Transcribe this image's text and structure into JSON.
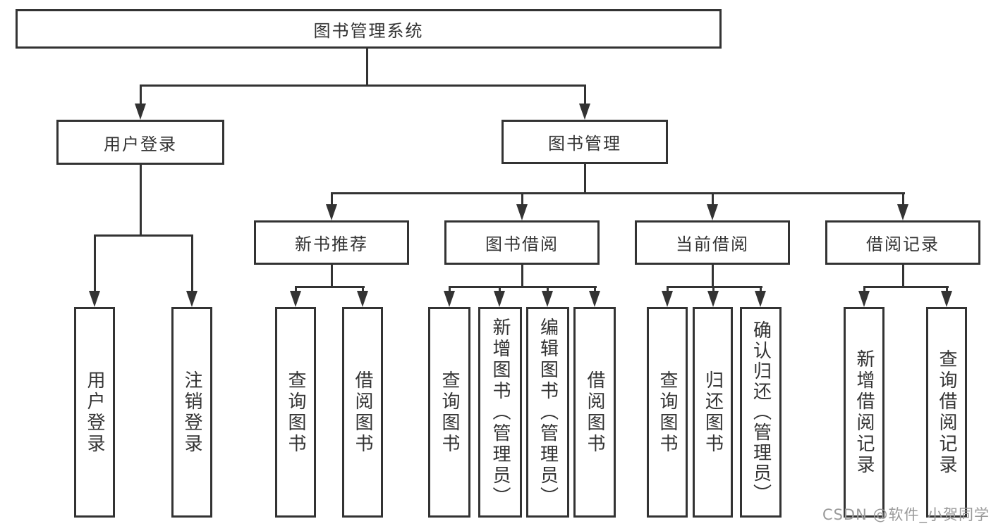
{
  "diagram": {
    "title": "图书管理系统",
    "children": [
      {
        "label": "用户登录",
        "children": [
          {
            "label": "用户登录"
          },
          {
            "label": "注销登录"
          }
        ]
      },
      {
        "label": "图书管理",
        "children": [
          {
            "label": "新书推荐",
            "children": [
              {
                "label": "查询图书"
              },
              {
                "label": "借阅图书"
              }
            ]
          },
          {
            "label": "图书借阅",
            "children": [
              {
                "label": "查询图书"
              },
              {
                "label": "新增图书（管理员）"
              },
              {
                "label": "编辑图书（管理员）"
              },
              {
                "label": "借阅图书"
              }
            ]
          },
          {
            "label": "当前借阅",
            "children": [
              {
                "label": "查询图书"
              },
              {
                "label": "归还图书"
              },
              {
                "label": "确认归还（管理员）"
              }
            ]
          },
          {
            "label": "借阅记录",
            "children": [
              {
                "label": "新增借阅记录"
              },
              {
                "label": "查询借阅记录"
              }
            ]
          }
        ]
      }
    ]
  },
  "watermark": {
    "text": "CSDN @软件_小贺同学"
  },
  "colors": {
    "line": "#333333",
    "text": "#333333",
    "background": "#ffffff",
    "watermark": "#9a9a9a"
  }
}
